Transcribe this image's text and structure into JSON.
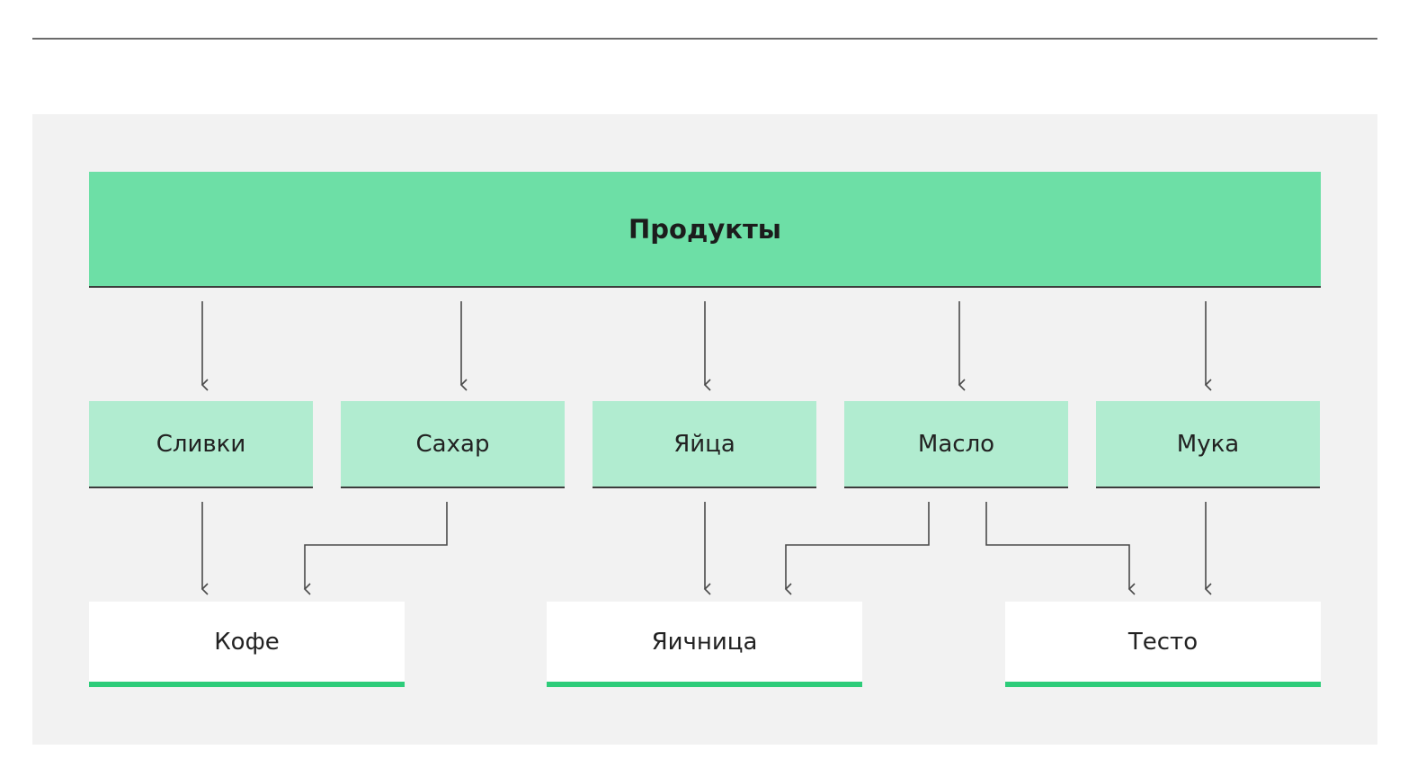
{
  "root": {
    "label": "Продукты"
  },
  "ingredients": [
    {
      "label": "Сливки"
    },
    {
      "label": "Сахар"
    },
    {
      "label": "Яйца"
    },
    {
      "label": "Масло"
    },
    {
      "label": "Мука"
    }
  ],
  "dishes": [
    {
      "label": "Кофе"
    },
    {
      "label": "Яичница"
    },
    {
      "label": "Тесто"
    }
  ],
  "links": [
    {
      "from": "Продукты",
      "to": "Сливки"
    },
    {
      "from": "Продукты",
      "to": "Сахар"
    },
    {
      "from": "Продукты",
      "to": "Яйца"
    },
    {
      "from": "Продукты",
      "to": "Масло"
    },
    {
      "from": "Продукты",
      "to": "Мука"
    },
    {
      "from": "Сливки",
      "to": "Кофе"
    },
    {
      "from": "Сахар",
      "to": "Кофе"
    },
    {
      "from": "Яйца",
      "to": "Яичница"
    },
    {
      "from": "Масло",
      "to": "Яичница"
    },
    {
      "from": "Масло",
      "to": "Тесто"
    },
    {
      "from": "Мука",
      "to": "Тесто"
    }
  ],
  "colors": {
    "root_fill": "#6ddfa6",
    "ingredient_fill": "#b1ecd0",
    "dish_accent": "#2ecc7a",
    "panel_background": "#f2f2f2",
    "arrow_stroke": "#4a4a4a"
  }
}
